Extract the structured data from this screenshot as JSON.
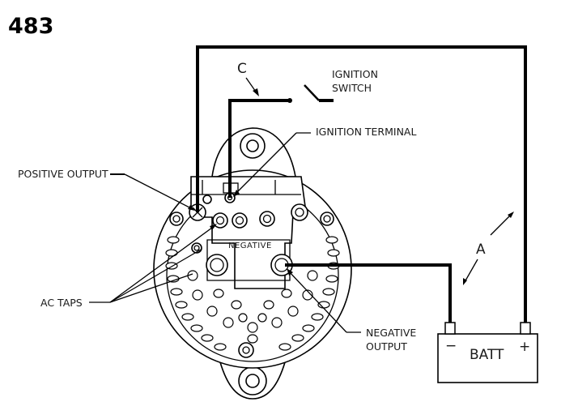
{
  "figure_number": "483",
  "labels": {
    "wire_c": "C",
    "ignition_switch_line1": "IGNITION",
    "ignition_switch_line2": "SWITCH",
    "ignition_terminal": "IGNITION TERMINAL",
    "positive_output": "POSITIVE OUTPUT",
    "negative": "NEGATIVE",
    "ac_taps": "AC TAPS",
    "negative_output_line1": "NEGATIVE",
    "negative_output_line2": "OUTPUT",
    "wire_a": "A"
  },
  "battery": {
    "label": "BATT",
    "minus": "−",
    "plus": "+"
  }
}
